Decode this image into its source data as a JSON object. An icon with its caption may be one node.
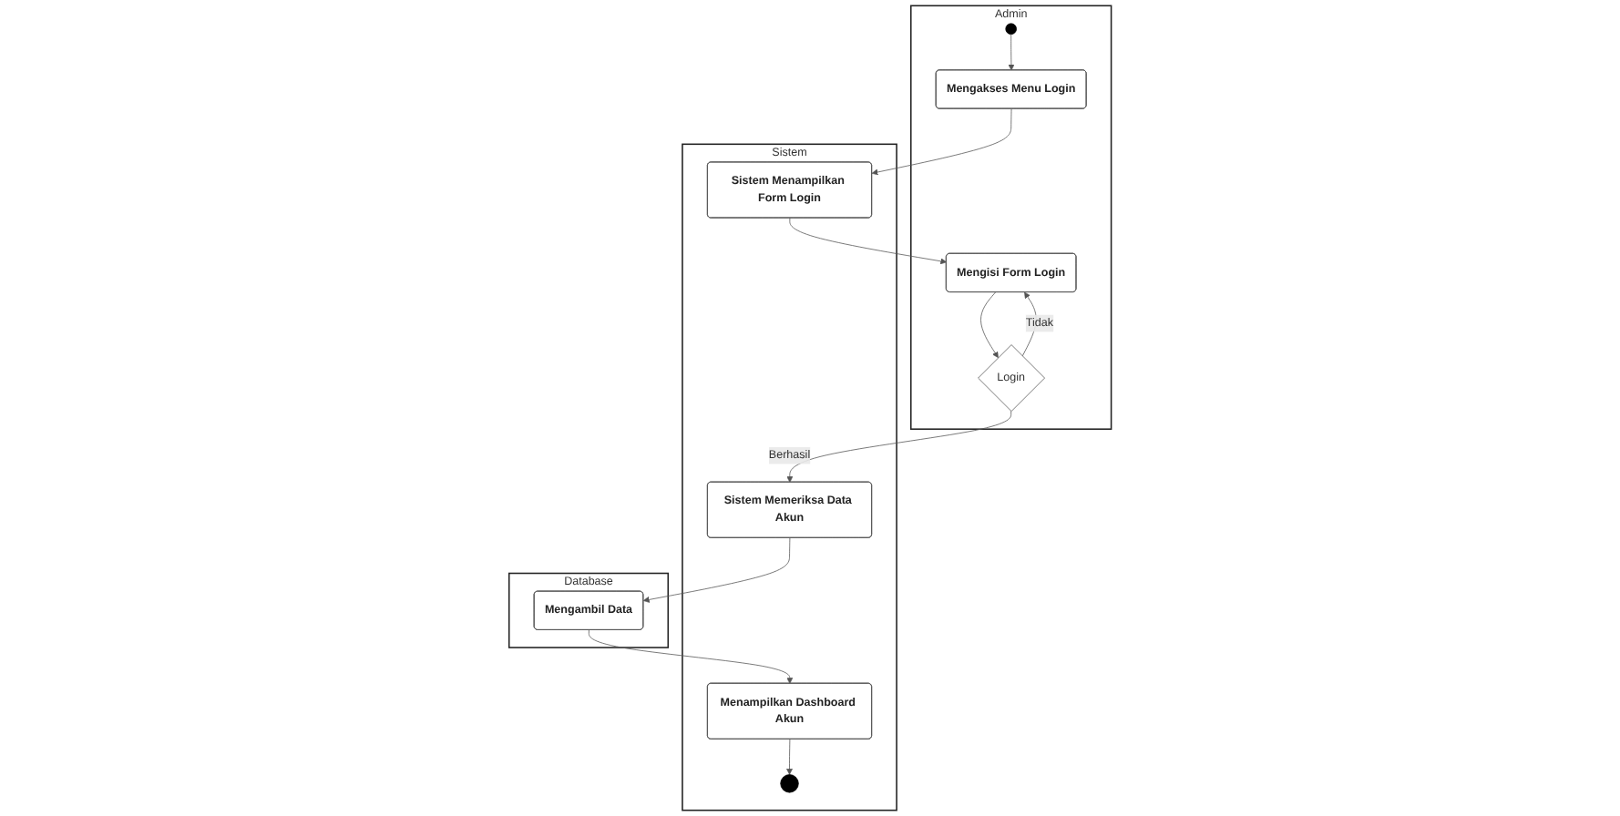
{
  "diagram": {
    "nodes": [
      {
        "text": [
          "Admin"
        ]
      },
      {
        "text": [
          "Sistem"
        ]
      },
      {
        "text": [
          "Database"
        ]
      },
      {
        "text": [],
        "shape": "circle",
        "in": 0
      },
      {
        "text": [
          "Mengakses Menu Login"
        ],
        "in": 0
      },
      {
        "text": [
          "Sistem Menampilkan Form Login"
        ],
        "in": 1
      },
      {
        "text": [
          "Mengisi Form Login"
        ],
        "in": 0
      },
      {
        "text": [
          "Login"
        ],
        "in": 0
      },
      {
        "text": [
          "Sistem Memeriksa Data Akun"
        ],
        "in": 1
      },
      {
        "text": [
          "Mengambil Data"
        ],
        "in": 2
      },
      {
        "text": [
          "Menampilkan Dashboard Akun"
        ],
        "in": 1
      },
      {
        "text": [],
        "shape": "circle",
        "in": 1
      }
    ],
    "edges": [
      {
        "from": 3,
        "to": 4,
        "arrow": "to"
      },
      {
        "from": 4,
        "to": 5,
        "arrow": "to"
      },
      {
        "from": 5,
        "to": 6,
        "arrow": "to"
      },
      {
        "from": 6,
        "to": 7,
        "arrow": "to"
      },
      {
        "from": 7,
        "to": 6,
        "label": "Tidak",
        "arrow": "to"
      },
      {
        "from": 7,
        "to": 8,
        "label": "Berhasil",
        "arrow": "to"
      },
      {
        "from": 8,
        "to": 9,
        "arrow": "to"
      },
      {
        "from": 9,
        "to": 10,
        "arrow": "to"
      },
      {
        "from": 10,
        "to": 11,
        "arrow": "to"
      }
    ]
  }
}
